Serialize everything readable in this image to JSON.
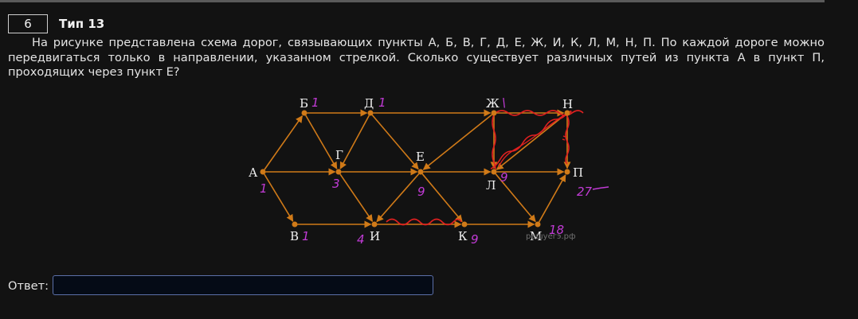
{
  "task": {
    "number": "6",
    "type_label": "Тип 13",
    "text": "На рисунке представлена схема дорог, связывающих пункты А, Б, В, Г, Д, Е, Ж, И, К, Л, М, Н, П. По каждой дороге можно передвигаться только в направлении, указанном стрелкой. Сколько существует различных путей из пункта А в пункт П, проходящих через пункт Е?"
  },
  "diagram": {
    "nodes": [
      {
        "id": "A",
        "label": "А",
        "annotation": "1"
      },
      {
        "id": "B",
        "label": "Б",
        "annotation": "1"
      },
      {
        "id": "V",
        "label": "В",
        "annotation": "1"
      },
      {
        "id": "G",
        "label": "Г",
        "annotation": "3"
      },
      {
        "id": "D",
        "label": "Д",
        "annotation": "1"
      },
      {
        "id": "E",
        "label": "Е",
        "annotation": "9"
      },
      {
        "id": "Zh",
        "label": "Ж",
        "annotation": "\\"
      },
      {
        "id": "I",
        "label": "И",
        "annotation": "4"
      },
      {
        "id": "K",
        "label": "К",
        "annotation": "9"
      },
      {
        "id": "L",
        "label": "Л",
        "annotation": "9"
      },
      {
        "id": "M",
        "label": "М",
        "annotation": "18"
      },
      {
        "id": "N",
        "label": "Н",
        "annotation": ""
      },
      {
        "id": "P",
        "label": "П",
        "annotation": "27"
      }
    ],
    "edges": [
      [
        "A",
        "B"
      ],
      [
        "A",
        "G"
      ],
      [
        "A",
        "V"
      ],
      [
        "B",
        "D"
      ],
      [
        "B",
        "G"
      ],
      [
        "D",
        "G"
      ],
      [
        "D",
        "E"
      ],
      [
        "D",
        "Zh"
      ],
      [
        "G",
        "E"
      ],
      [
        "G",
        "I"
      ],
      [
        "V",
        "I"
      ],
      [
        "E",
        "I"
      ],
      [
        "E",
        "K"
      ],
      [
        "E",
        "L"
      ],
      [
        "I",
        "K"
      ],
      [
        "K",
        "M"
      ],
      [
        "Zh",
        "E"
      ],
      [
        "Zh",
        "N"
      ],
      [
        "Zh",
        "L"
      ],
      [
        "N",
        "L"
      ],
      [
        "N",
        "P"
      ],
      [
        "L",
        "P"
      ],
      [
        "L",
        "M"
      ],
      [
        "M",
        "P"
      ]
    ],
    "watermark": "решуегэ.рф",
    "colors": {
      "edge": "#d07a18",
      "node": "#d07a18",
      "label": "#eeeeee",
      "annotation": "#c23bd6",
      "mark": "#e02020"
    }
  },
  "answer": {
    "label": "Ответ:",
    "value": "",
    "placeholder": ""
  }
}
